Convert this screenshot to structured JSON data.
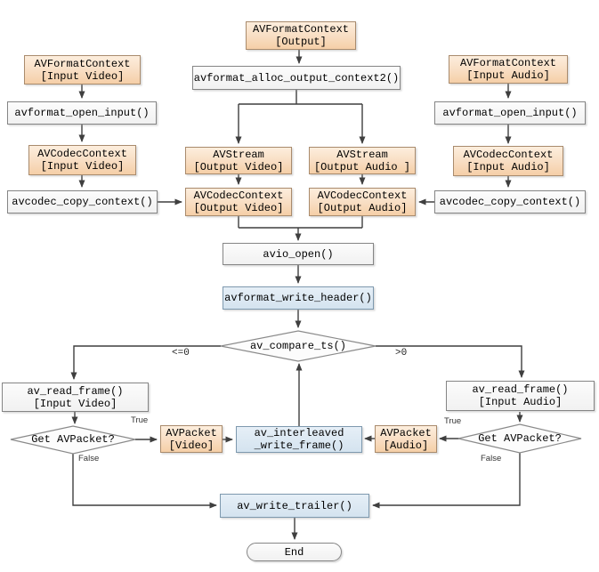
{
  "colors": {
    "background": "#ffffff",
    "struct_box_fill": "#f8dcc0",
    "struct_box_border": "#a98b6d",
    "func_box_fill": "#f2f2f2",
    "func_box_border": "#858585",
    "highlight_box_fill": "#dae6f1",
    "highlight_box_border": "#7e99ae",
    "arrow": "#3f3f3f"
  },
  "nodes": {
    "fmt_output": {
      "line1": "AVFormatContext",
      "line2": "[Output]"
    },
    "alloc_output": {
      "line1": "avformat_alloc_output_context2()"
    },
    "fmt_in_video": {
      "line1": "AVFormatContext",
      "line2": "[Input Video]"
    },
    "open_input_left": {
      "line1": "avformat_open_input()"
    },
    "codec_in_video": {
      "line1": "AVCodecContext",
      "line2": "[Input Video]"
    },
    "copy_ctx_left": {
      "line1": "avcodec_copy_context()"
    },
    "stream_out_video": {
      "line1": "AVStream",
      "line2": "[Output Video]"
    },
    "stream_out_audio": {
      "line1": "AVStream",
      "line2": "[Output Audio ]"
    },
    "codec_out_video": {
      "line1": "AVCodecContext",
      "line2": "[Output Video]"
    },
    "codec_out_audio": {
      "line1": "AVCodecContext",
      "line2": "[Output Audio]"
    },
    "fmt_in_audio": {
      "line1": "AVFormatContext",
      "line2": "[Input Audio]"
    },
    "open_input_right": {
      "line1": "avformat_open_input()"
    },
    "codec_in_audio": {
      "line1": "AVCodecContext",
      "line2": "[Input Audio]"
    },
    "copy_ctx_right": {
      "line1": "avcodec_copy_context()"
    },
    "avio_open": {
      "line1": "avio_open()"
    },
    "write_header": {
      "line1": "avformat_write_header()"
    },
    "compare_ts": {
      "line1": "av_compare_ts()"
    },
    "read_frame_video": {
      "line1": "av_read_frame()",
      "line2": "[Input Video]"
    },
    "get_packet_left": {
      "line1": "Get AVPacket?"
    },
    "packet_video": {
      "line1": "AVPacket",
      "line2": "[Video]"
    },
    "interleaved_write": {
      "line1": "av_interleaved",
      "line2": "_write_frame()"
    },
    "read_frame_audio": {
      "line1": "av_read_frame()",
      "line2": "[Input Audio]"
    },
    "get_packet_right": {
      "line1": "Get AVPacket?"
    },
    "packet_audio": {
      "line1": "AVPacket",
      "line2": "[Audio]"
    },
    "write_trailer": {
      "line1": "av_write_trailer()"
    },
    "end": {
      "line1": "End"
    }
  },
  "edge_labels": {
    "le0": "<=0",
    "gt0": ">0",
    "true_left": "True",
    "false_left": "False",
    "true_right": "True",
    "false_right": "False"
  }
}
